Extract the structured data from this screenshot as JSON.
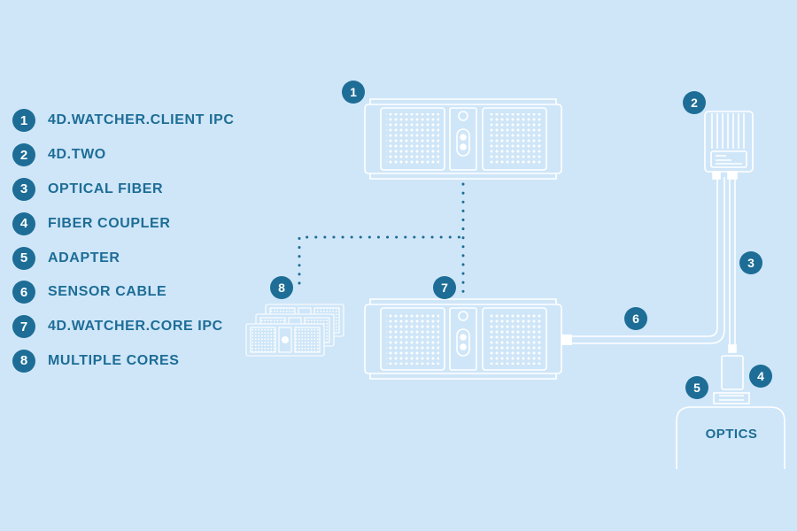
{
  "colors": {
    "background": "#cfe6f8",
    "accent": "#1d6d96",
    "line": "#ffffff"
  },
  "legend": [
    {
      "num": "1",
      "label": "4D.WATCHER.CLIENT IPC"
    },
    {
      "num": "2",
      "label": "4D.TWO"
    },
    {
      "num": "3",
      "label": "OPTICAL FIBER"
    },
    {
      "num": "4",
      "label": "FIBER COUPLER"
    },
    {
      "num": "5",
      "label": "ADAPTER"
    },
    {
      "num": "6",
      "label": "SENSOR CABLE"
    },
    {
      "num": "7",
      "label": "4D.WATCHER.CORE IPC"
    },
    {
      "num": "8",
      "label": "MULTIPLE CORES"
    }
  ],
  "diagram": {
    "badges": {
      "client_ipc": "1",
      "four_d_two": "2",
      "optical_fiber": "3",
      "fiber_coupler": "4",
      "adapter": "5",
      "sensor_cable": "6",
      "core_ipc": "7",
      "multiple_cores": "8"
    },
    "optics_label": "OPTICS"
  }
}
